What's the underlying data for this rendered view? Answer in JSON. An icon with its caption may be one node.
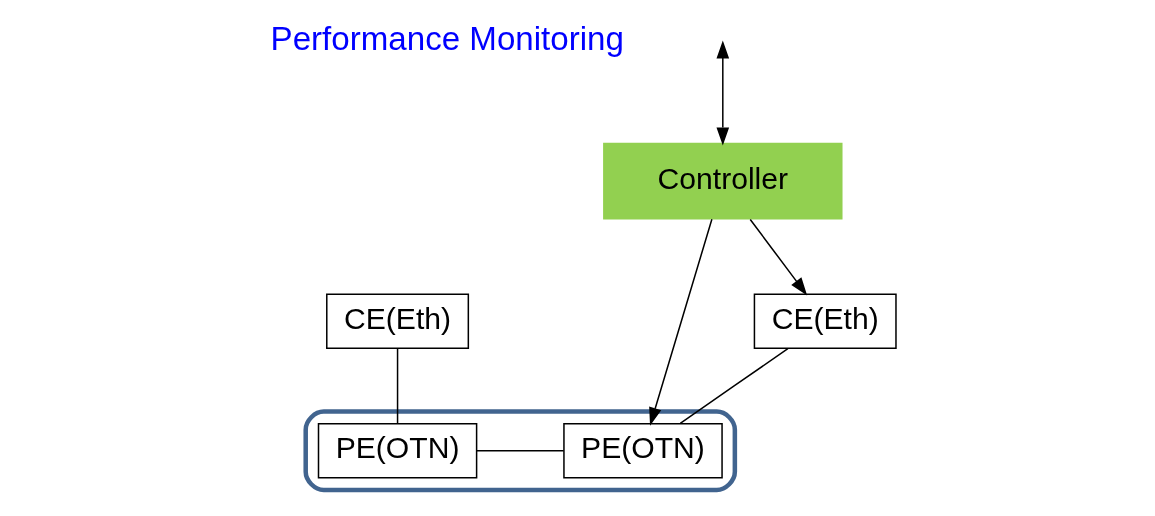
{
  "diagram": {
    "nodes": [
      {
        "text": [
          "Controller"
        ]
      },
      {
        "text": [
          "CE(Eth)"
        ]
      },
      {
        "text": [],
        "shape": "cloud"
      },
      {
        "text": [
          "PE(OTN)"
        ],
        "in": 2
      },
      {
        "text": [
          "PE(OTN)"
        ],
        "in": 2
      },
      {
        "text": [
          "CE(Eth)"
        ]
      }
    ],
    "edges": [
      {
        "from": null,
        "to": 0,
        "arrow": "both"
      },
      {
        "from": 0,
        "to": 1,
        "arrow": "to"
      },
      {
        "from": 0,
        "to": 3,
        "arrow": "to"
      },
      {
        "from": 1,
        "to": 3,
        "arrow": "none"
      },
      {
        "from": 3,
        "to": 4,
        "arrow": "none"
      },
      {
        "from": 4,
        "to": 5,
        "arrow": "none"
      }
    ],
    "labels": [
      "Performance Monitoring"
    ]
  }
}
